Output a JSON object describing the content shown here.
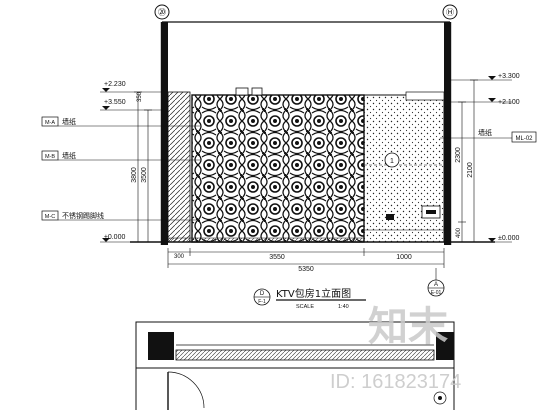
{
  "grid_marks": {
    "left": "⑳",
    "right": "Ⓗ"
  },
  "levels_left": [
    {
      "label": "+2.230"
    },
    {
      "label": "+3.550"
    },
    {
      "label": "±0.000"
    }
  ],
  "levels_right": [
    {
      "label": "+3.300"
    },
    {
      "label": "+2.100"
    },
    {
      "label": "±0.000"
    }
  ],
  "callouts_left": [
    {
      "tag": "M-A",
      "text": "墙纸"
    },
    {
      "tag": "M-B",
      "text": "墙纸"
    },
    {
      "tag": "M-C",
      "text": "不锈钢踢脚线"
    }
  ],
  "callout_right": {
    "text": "墙纸",
    "tag": "ML-02"
  },
  "dims_left": {
    "outer": "3800",
    "inner": "3500"
  },
  "dims_right": {
    "top": "2300",
    "total": "2100",
    "bottom": "400"
  },
  "dims_bottom": {
    "seg1": "300",
    "seg2": "3550",
    "seg3": "1000",
    "total": "5350"
  },
  "title": {
    "text": "KTV包房1立面图",
    "scale_label": "SCALE",
    "scale_value": "1:40",
    "marker_top": "D",
    "marker_bottom": "F-1"
  },
  "section_marker": {
    "top": "A",
    "bottom": "E-01"
  },
  "circle_marker": "1",
  "watermark": {
    "brand": "知末",
    "id": "ID: 161823174"
  }
}
